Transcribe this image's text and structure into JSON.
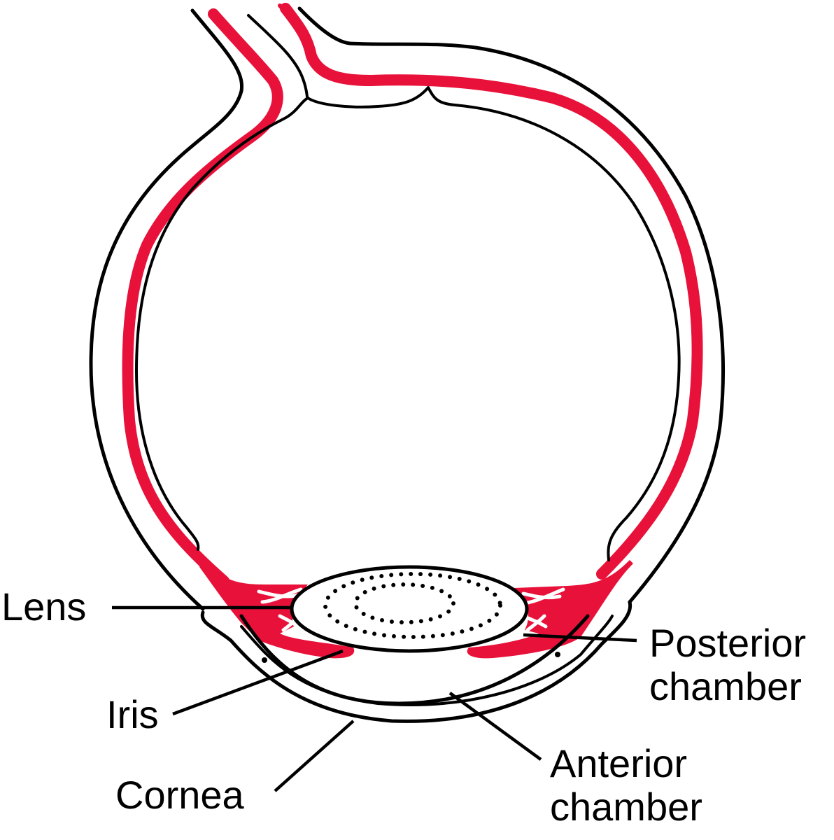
{
  "diagram": {
    "subject": "Cross-section of the human eye",
    "colors": {
      "line": "#000000",
      "vascular_layer": "#e8113a",
      "background": "#ffffff"
    },
    "labels": {
      "lens": "Lens",
      "iris": "Iris",
      "cornea": "Cornea",
      "posterior_chamber_line1": "Posterior",
      "posterior_chamber_line2": "chamber",
      "anterior_chamber_line1": "Anterior",
      "anterior_chamber_line2": "chamber"
    }
  }
}
